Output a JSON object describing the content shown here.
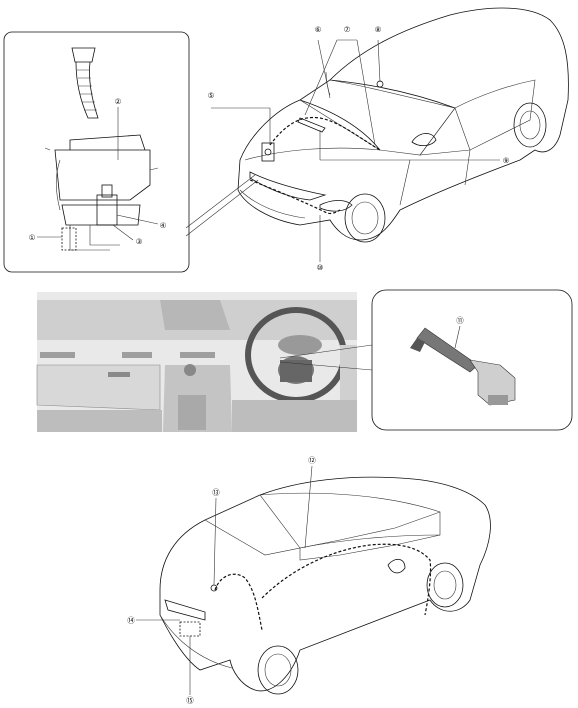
{
  "callouts": [
    {
      "id": "c1",
      "label": "①"
    },
    {
      "id": "c2",
      "label": "②"
    },
    {
      "id": "c3",
      "label": "③"
    },
    {
      "id": "c4",
      "label": "④"
    },
    {
      "id": "c5",
      "label": "⑤"
    },
    {
      "id": "c6",
      "label": "⑥"
    },
    {
      "id": "c7",
      "label": "⑦"
    },
    {
      "id": "c8",
      "label": "⑧"
    },
    {
      "id": "c9",
      "label": "⑨"
    },
    {
      "id": "c10",
      "label": "⑩"
    },
    {
      "id": "c11",
      "label": "⑪"
    },
    {
      "id": "c12",
      "label": "⑫"
    },
    {
      "id": "c13",
      "label": "⑬"
    },
    {
      "id": "c14",
      "label": "⑭"
    },
    {
      "id": "c15",
      "label": "⑮"
    }
  ]
}
